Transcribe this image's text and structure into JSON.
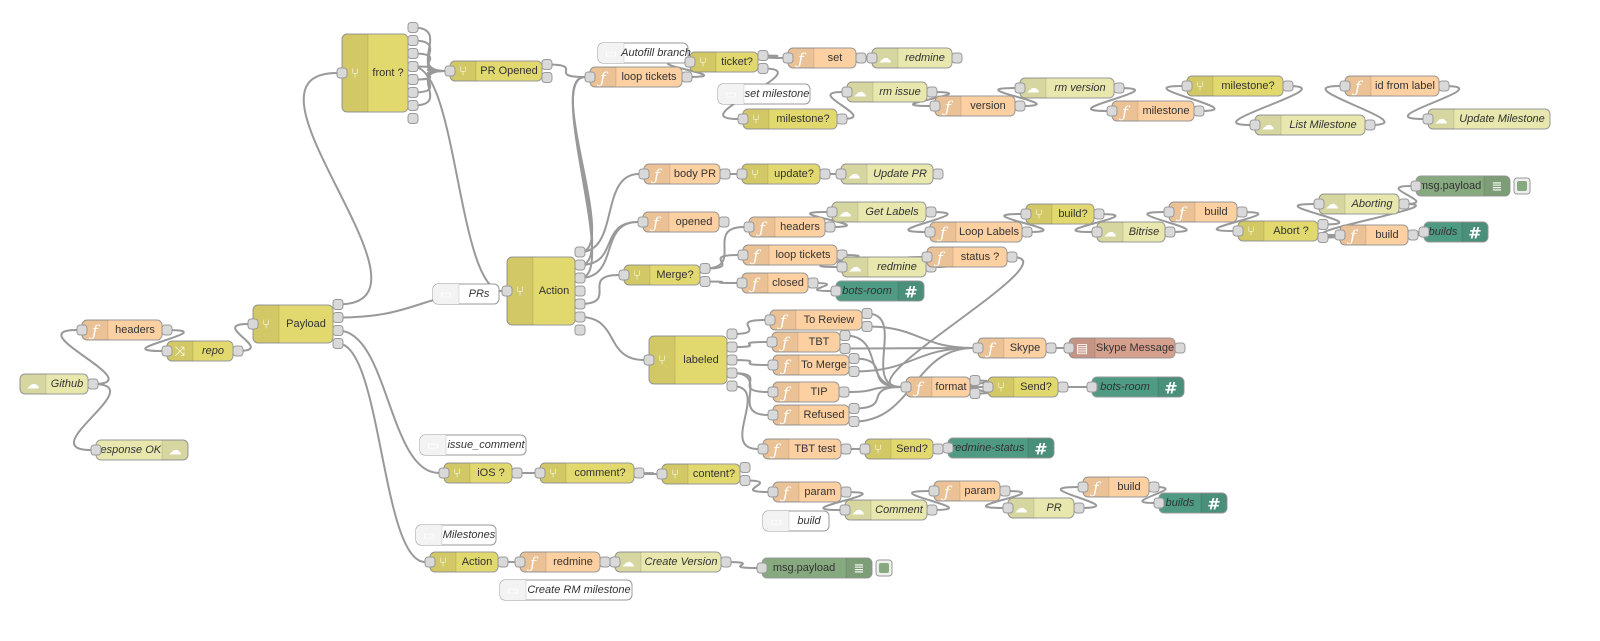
{
  "flow": {
    "colors": {
      "function": "#fdd0a2",
      "switch": "#e2d96e",
      "http": "#e7e7ae",
      "comment": "#ffffff",
      "debug": "#87a980",
      "slack": "#4f9a83",
      "skype": "#d6a08e",
      "wire": "#999999",
      "selected": "#ff7f0e"
    },
    "nodes": [
      {
        "id": "github",
        "type": "http",
        "label": "Github",
        "italic": true,
        "icon": "cloud-icon"
      },
      {
        "id": "headers1",
        "type": "function",
        "label": "headers",
        "icon": "function-icon"
      },
      {
        "id": "repo",
        "type": "switch",
        "label": "repo",
        "italic": true,
        "icon": "shuffle-icon"
      },
      {
        "id": "response_ok",
        "type": "http",
        "label": "response OK",
        "italic": true,
        "icon": "cloud-icon",
        "iconRight": true
      },
      {
        "id": "payload",
        "type": "switch",
        "label": "Payload",
        "icon": "switch-icon"
      },
      {
        "id": "front",
        "type": "switch",
        "label": "front ?",
        "icon": "switch-icon"
      },
      {
        "id": "pr_opened",
        "type": "switch",
        "label": "PR Opened",
        "icon": "switch-icon"
      },
      {
        "id": "autofill",
        "type": "comment",
        "label": "Autofill branch",
        "italic": true,
        "icon": "comment-icon"
      },
      {
        "id": "loop_tickets1",
        "type": "function",
        "label": "loop tickets",
        "icon": "function-icon"
      },
      {
        "id": "ticket_q",
        "type": "switch",
        "label": "ticket?",
        "icon": "switch-icon"
      },
      {
        "id": "set",
        "type": "function",
        "label": "set",
        "icon": "function-icon"
      },
      {
        "id": "redmine1",
        "type": "http",
        "label": "redmine",
        "italic": true,
        "icon": "cloud-icon"
      },
      {
        "id": "set_milestone",
        "type": "comment",
        "label": "set milestone",
        "italic": true,
        "icon": "comment-icon"
      },
      {
        "id": "milestone_q1",
        "type": "switch",
        "label": "milestone?",
        "icon": "switch-icon"
      },
      {
        "id": "rm_issue",
        "type": "http",
        "label": "rm issue",
        "italic": true,
        "icon": "cloud-icon"
      },
      {
        "id": "version",
        "type": "function",
        "label": "version",
        "icon": "function-icon"
      },
      {
        "id": "rm_version",
        "type": "http",
        "label": "rm version",
        "italic": true,
        "icon": "cloud-icon"
      },
      {
        "id": "milestone_fn",
        "type": "function",
        "label": "milestone",
        "icon": "function-icon"
      },
      {
        "id": "milestone_q2",
        "type": "switch",
        "label": "milestone?",
        "icon": "switch-icon"
      },
      {
        "id": "list_milestone",
        "type": "http",
        "label": "List Milestone",
        "italic": true,
        "icon": "cloud-icon"
      },
      {
        "id": "id_from_label",
        "type": "function",
        "label": "id from label",
        "icon": "function-icon"
      },
      {
        "id": "update_milestone",
        "type": "http",
        "label": "Update Milestone",
        "italic": true,
        "icon": "cloud-icon"
      },
      {
        "id": "prs",
        "type": "comment",
        "label": "PRs",
        "italic": true,
        "icon": "comment-icon"
      },
      {
        "id": "action1",
        "type": "switch",
        "label": "Action",
        "icon": "switch-icon"
      },
      {
        "id": "body_pr",
        "type": "function",
        "label": "body PR",
        "icon": "function-icon"
      },
      {
        "id": "update_q",
        "type": "switch",
        "label": "update?",
        "icon": "switch-icon"
      },
      {
        "id": "update_pr",
        "type": "http",
        "label": "Update PR",
        "italic": true,
        "icon": "cloud-icon"
      },
      {
        "id": "opened",
        "type": "function",
        "label": "opened",
        "icon": "function-icon"
      },
      {
        "id": "merge_q",
        "type": "switch",
        "label": "Merge?",
        "icon": "switch-icon"
      },
      {
        "id": "headers2",
        "type": "function",
        "label": "headers",
        "icon": "function-icon"
      },
      {
        "id": "get_labels",
        "type": "http",
        "label": "Get Labels",
        "italic": true,
        "icon": "cloud-icon"
      },
      {
        "id": "loop_labels",
        "type": "function",
        "label": "Loop Labels",
        "icon": "function-icon"
      },
      {
        "id": "build_q",
        "type": "switch",
        "label": "build?",
        "icon": "switch-icon"
      },
      {
        "id": "bitrise",
        "type": "http",
        "label": "Bitrise",
        "italic": true,
        "icon": "cloud-icon"
      },
      {
        "id": "build1",
        "type": "function",
        "label": "build",
        "icon": "function-icon"
      },
      {
        "id": "abort_q",
        "type": "switch",
        "label": "Abort ?",
        "icon": "switch-icon"
      },
      {
        "id": "aborting",
        "type": "http",
        "label": "Aborting",
        "italic": true,
        "icon": "cloud-icon"
      },
      {
        "id": "debug1",
        "type": "debug",
        "label": "msg.payload",
        "icon": "debug-icon"
      },
      {
        "id": "build2",
        "type": "function",
        "label": "build",
        "icon": "function-icon"
      },
      {
        "id": "builds1",
        "type": "slack",
        "label": "builds",
        "italic": true,
        "icon": "hash-icon"
      },
      {
        "id": "loop_tickets2",
        "type": "function",
        "label": "loop tickets",
        "icon": "function-icon"
      },
      {
        "id": "redmine2",
        "type": "http",
        "label": "redmine",
        "italic": true,
        "icon": "cloud-icon"
      },
      {
        "id": "status_q",
        "type": "function",
        "label": "status ?",
        "icon": "function-icon"
      },
      {
        "id": "closed",
        "type": "function",
        "label": "closed",
        "icon": "function-icon"
      },
      {
        "id": "bots_room1",
        "type": "slack",
        "label": "bots-room",
        "italic": true,
        "icon": "hash-icon"
      },
      {
        "id": "labeled",
        "type": "switch",
        "label": "labeled",
        "icon": "switch-icon"
      },
      {
        "id": "to_review",
        "type": "function",
        "label": "To Review",
        "icon": "function-icon"
      },
      {
        "id": "tbt",
        "type": "function",
        "label": "TBT",
        "icon": "function-icon"
      },
      {
        "id": "to_merge",
        "type": "function",
        "label": "To Merge",
        "icon": "function-icon"
      },
      {
        "id": "tip",
        "type": "function",
        "label": "TIP",
        "icon": "function-icon"
      },
      {
        "id": "refused",
        "type": "function",
        "label": "Refused",
        "icon": "function-icon"
      },
      {
        "id": "skype",
        "type": "function",
        "label": "Skype",
        "icon": "function-icon"
      },
      {
        "id": "skype_msg",
        "type": "skype",
        "label": "Skype Message",
        "icon": "skype-icon"
      },
      {
        "id": "format",
        "type": "function",
        "label": "format",
        "icon": "function-icon"
      },
      {
        "id": "send_q1",
        "type": "switch",
        "label": "Send?",
        "icon": "switch-icon"
      },
      {
        "id": "bots_room2",
        "type": "slack",
        "label": "bots-room",
        "italic": true,
        "icon": "hash-icon"
      },
      {
        "id": "tbt_test",
        "type": "function",
        "label": "TBT test",
        "icon": "function-icon"
      },
      {
        "id": "send_q2",
        "type": "switch",
        "label": "Send?",
        "icon": "switch-icon"
      },
      {
        "id": "redmine_status",
        "type": "slack",
        "label": "redmine-status",
        "italic": true,
        "icon": "hash-icon"
      },
      {
        "id": "issue_comment",
        "type": "comment",
        "label": "issue_comment",
        "italic": true,
        "icon": "comment-icon",
        "selected": true
      },
      {
        "id": "ios_q",
        "type": "switch",
        "label": "iOS ?",
        "icon": "switch-icon"
      },
      {
        "id": "comment_q",
        "type": "switch",
        "label": "comment?",
        "icon": "switch-icon"
      },
      {
        "id": "content_q",
        "type": "switch",
        "label": "content?",
        "icon": "switch-icon"
      },
      {
        "id": "param1",
        "type": "function",
        "label": "param",
        "icon": "function-icon"
      },
      {
        "id": "build_comment",
        "type": "comment",
        "label": "build",
        "italic": true,
        "icon": "comment-icon"
      },
      {
        "id": "comment_http",
        "type": "http",
        "label": "Comment",
        "italic": true,
        "icon": "cloud-icon"
      },
      {
        "id": "param2",
        "type": "function",
        "label": "param",
        "icon": "function-icon"
      },
      {
        "id": "pr_http",
        "type": "http",
        "label": "PR",
        "italic": true,
        "icon": "cloud-icon"
      },
      {
        "id": "build3",
        "type": "function",
        "label": "build",
        "icon": "function-icon"
      },
      {
        "id": "builds2",
        "type": "slack",
        "label": "builds",
        "italic": true,
        "icon": "hash-icon"
      },
      {
        "id": "milestones_c",
        "type": "comment",
        "label": "Milestones",
        "italic": true,
        "icon": "comment-icon"
      },
      {
        "id": "action2",
        "type": "switch",
        "label": "Action",
        "icon": "switch-icon"
      },
      {
        "id": "redmine_fn",
        "type": "function",
        "label": "redmine",
        "icon": "function-icon"
      },
      {
        "id": "create_version",
        "type": "http",
        "label": "Create Version",
        "italic": true,
        "icon": "cloud-icon"
      },
      {
        "id": "debug2",
        "type": "debug",
        "label": "msg.payload",
        "icon": "debug-icon"
      },
      {
        "id": "create_rm",
        "type": "comment",
        "label": "Create RM milestone",
        "italic": true,
        "icon": "comment-icon"
      }
    ]
  }
}
